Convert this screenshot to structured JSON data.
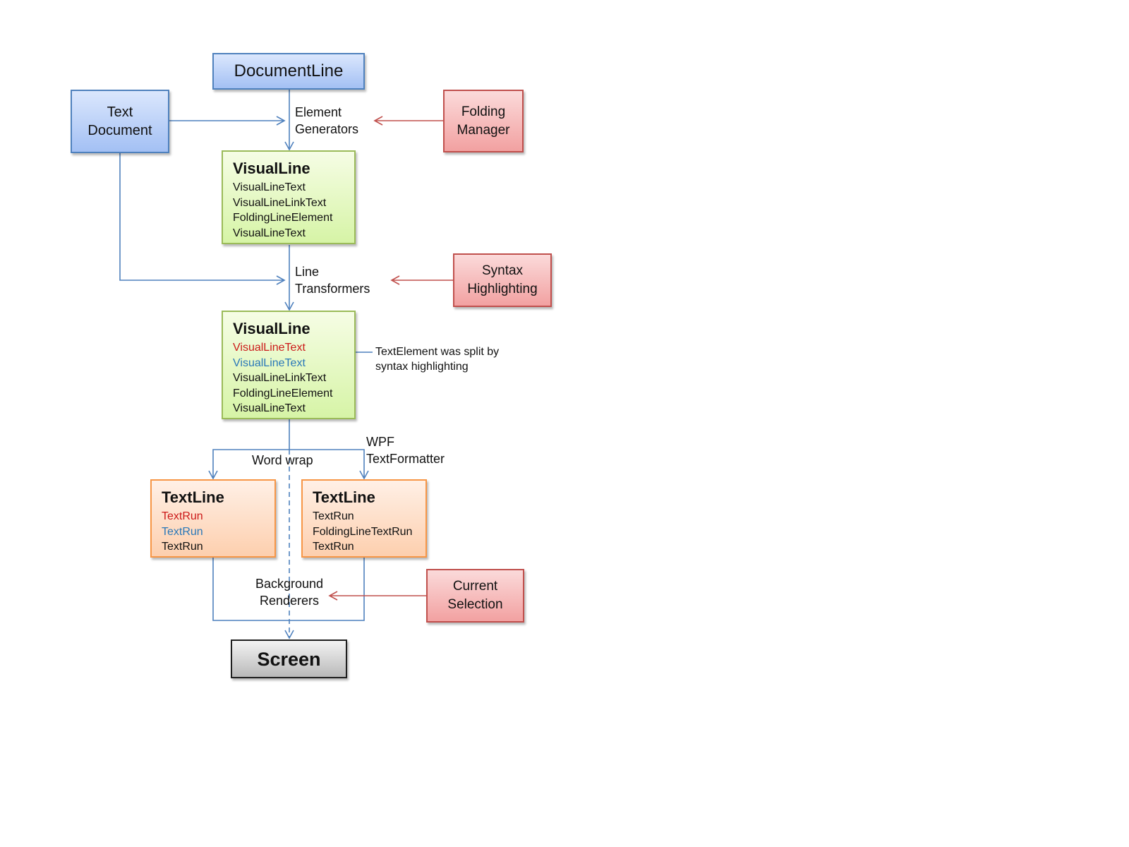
{
  "nodes": {
    "document_line": "DocumentLine",
    "text_document": [
      "Text",
      "Document"
    ],
    "folding_manager": [
      "Folding",
      "Manager"
    ],
    "syntax_highlighting": [
      "Syntax",
      "Highlighting"
    ],
    "current_selection": [
      "Current",
      "Selection"
    ],
    "screen": "Screen"
  },
  "visual_line_1": {
    "title": "VisualLine",
    "items": [
      "VisualLineText",
      "VisualLineLinkText",
      "FoldingLineElement",
      "VisualLineText"
    ]
  },
  "visual_line_2": {
    "title": "VisualLine",
    "items": [
      "VisualLineText",
      "VisualLineText",
      "VisualLineLinkText",
      "FoldingLineElement",
      "VisualLineText"
    ]
  },
  "text_line_1": {
    "title": "TextLine",
    "items": [
      "TextRun",
      "TextRun",
      "TextRun"
    ]
  },
  "text_line_2": {
    "title": "TextLine",
    "items": [
      "TextRun",
      "FoldingLineTextRun",
      "TextRun"
    ]
  },
  "labels": {
    "element_generators": [
      "Element",
      "Generators"
    ],
    "line_transformers": [
      "Line",
      "Transformers"
    ],
    "word_wrap": "Word wrap",
    "wpf_text_formatter": [
      "WPF",
      "TextFormatter"
    ],
    "background_renderers": [
      "Background",
      "Renderers"
    ],
    "split_note": [
      "TextElement was split by",
      "syntax highlighting"
    ]
  },
  "colors": {
    "flow_line": "#4f81bd",
    "input_line": "#c0504d",
    "highlight_red": "#cc1a1a",
    "highlight_blue": "#2a78b8"
  }
}
